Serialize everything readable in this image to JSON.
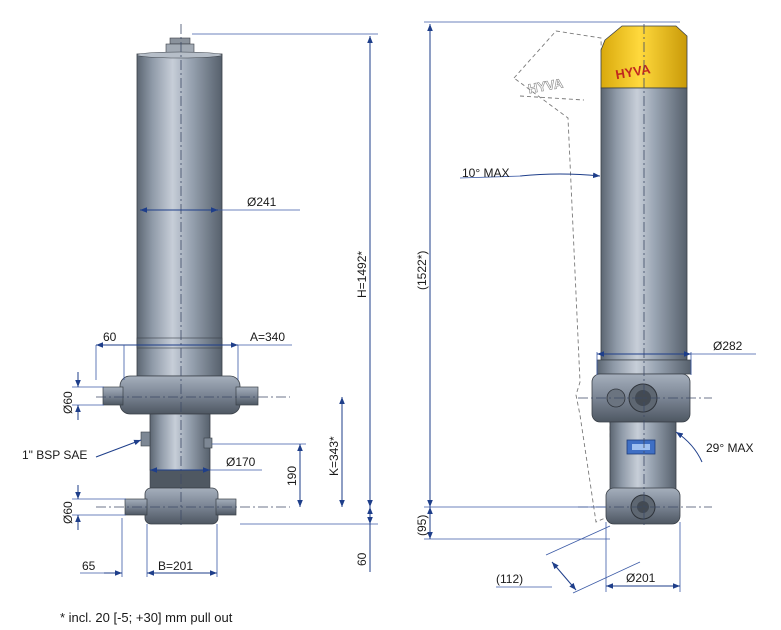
{
  "labels": {
    "dia_241": "Ø241",
    "height": "H=1492*",
    "a_dim": "A=340",
    "dim_60_top": "60",
    "dia_60_upper": "Ø60",
    "bsp": "1\" BSP SAE",
    "dia_170": "Ø170",
    "dim_190": "190",
    "k_dim": "K=343*",
    "dia_60_lower": "Ø60",
    "dim_65": "65",
    "b_dim": "B=201",
    "dim_60_right": "60",
    "tilt_max": "10° MAX",
    "height_1522": "(1522*)",
    "dia_282": "Ø282",
    "swivel_max": "29° MAX",
    "dim_95": "(95)",
    "dim_112": "(112)",
    "dia_201": "Ø201"
  },
  "logo_text": "HYVA",
  "footnote": "* incl. 20 [-5; +30] mm pull out",
  "colors": {
    "cylinder_body": "#8f9aa8",
    "cylinder_highlight": "#c7ced8",
    "cylinder_shadow": "#56606c",
    "cap_yellow": "#f2c318",
    "logo_red": "#c0281e",
    "dimension_line": "#1e3e8a"
  }
}
